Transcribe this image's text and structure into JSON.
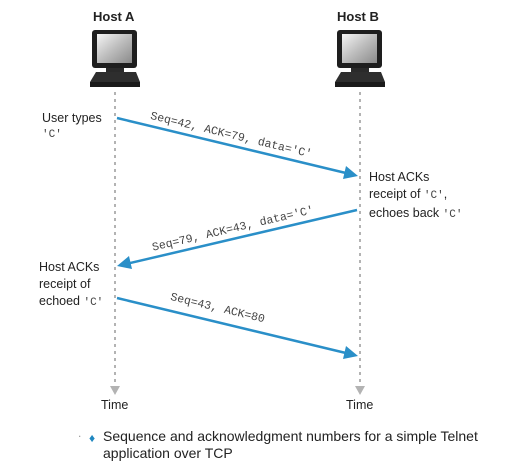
{
  "hosts": {
    "a": {
      "label": "Host A"
    },
    "b": {
      "label": "Host B"
    }
  },
  "notes": {
    "a_top": {
      "line1": "User types",
      "line2": "'C'"
    },
    "b_mid": {
      "line1": "Host ACKs",
      "line2_prefix": "receipt of ",
      "line2_code": "'C'",
      "line2_suffix": ",",
      "line3_prefix": "echoes back ",
      "line3_code": "'C'"
    },
    "a_bottom": {
      "line1": "Host ACKs",
      "line2": "receipt of",
      "line3_prefix": "echoed ",
      "line3_code": "'C'"
    }
  },
  "messages": [
    {
      "label": "Seq=42, ACK=79, data='C'",
      "direction": "A-to-B"
    },
    {
      "label": "Seq=79, ACK=43, data='C'",
      "direction": "B-to-A"
    },
    {
      "label": "Seq=43, ACK=80",
      "direction": "A-to-B"
    }
  ],
  "time_labels": {
    "a": "Time",
    "b": "Time"
  },
  "caption": {
    "prefix_dot": ".",
    "bullet": "♦",
    "line1": "Sequence and acknowledgment numbers for a simple Telnet",
    "line2": "application over TCP"
  },
  "colors": {
    "arrow": "#2a8fc8",
    "timeline": "#b3b3b3",
    "monitor": "#222222"
  }
}
